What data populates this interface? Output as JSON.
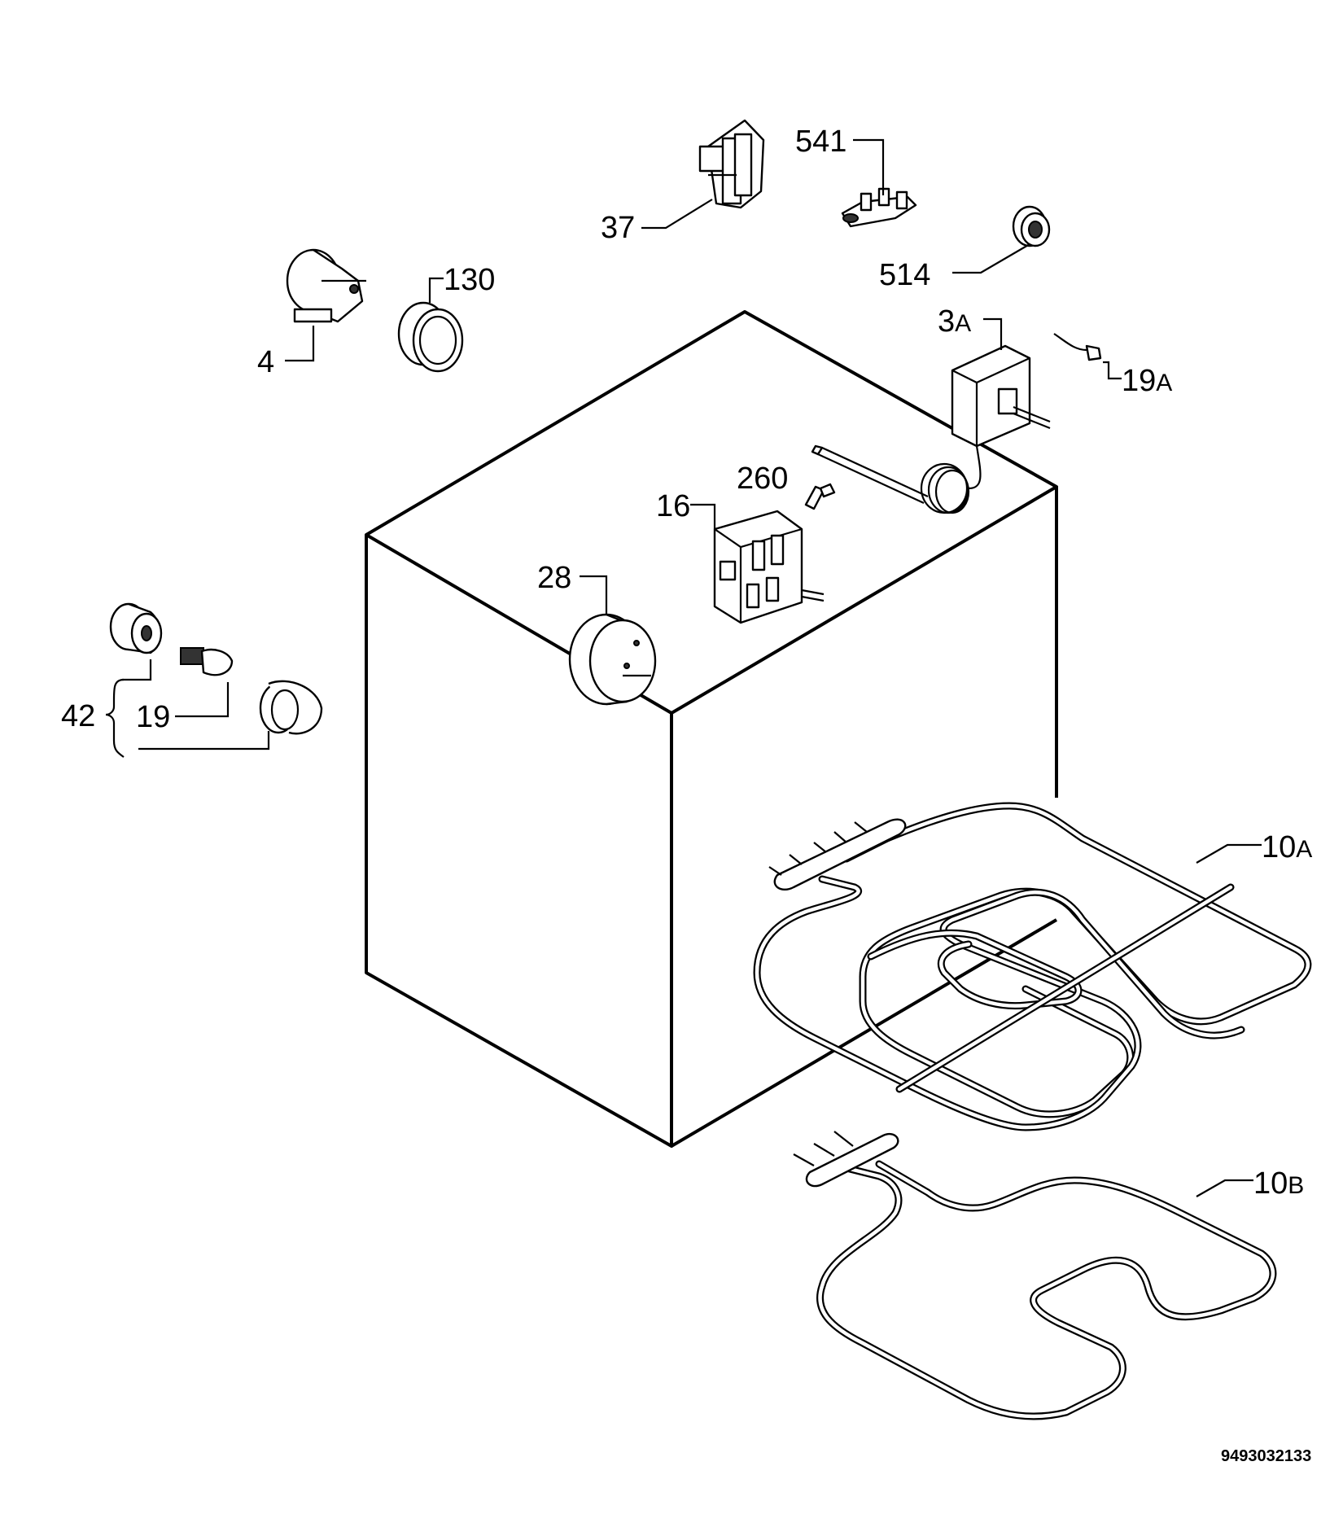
{
  "labels": {
    "p541": "541",
    "p37": "37",
    "p514": "514",
    "p130": "130",
    "p4": "4",
    "p3A_num": "3",
    "p3A_suf": "A",
    "p19A_num": "19",
    "p19A_suf": "A",
    "p260": "260",
    "p16": "16",
    "p28": "28",
    "p42": "42",
    "p19": "19",
    "p10A_num": "10",
    "p10A_suf": "A",
    "p10B_num": "10",
    "p10B_suf": "B"
  },
  "doc_number": "9493032133"
}
